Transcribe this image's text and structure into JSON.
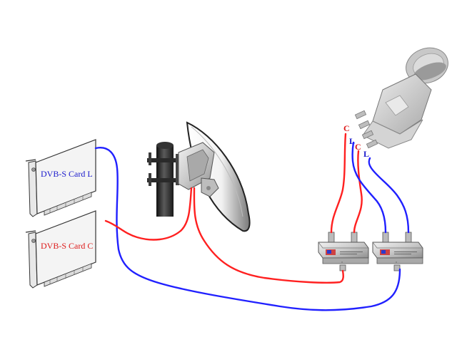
{
  "colors": {
    "background": "#ffffff",
    "cable_low": "#2020ff",
    "cable_high": "#ff2020",
    "label_low": "#1a1acc",
    "label_high": "#dd1a1a",
    "card_outline": "#333333",
    "metal": "#c8c8c8"
  },
  "cards": [
    {
      "name": "card-l",
      "label": "DVB-S Card L",
      "color_key": "label_low"
    },
    {
      "name": "card-c",
      "label": "DVB-S Card C",
      "color_key": "label_high"
    }
  ],
  "lnb_outputs": [
    {
      "label": "C",
      "band": "high"
    },
    {
      "label": "L",
      "band": "low"
    },
    {
      "label": "C",
      "band": "high"
    },
    {
      "label": "L",
      "band": "low"
    }
  ],
  "diplexers": [
    {
      "name": "diplexer-left",
      "ports": [
        "input-1",
        "input-2",
        "output"
      ]
    },
    {
      "name": "diplexer-right",
      "ports": [
        "input-1",
        "input-2",
        "output"
      ]
    }
  ],
  "icons": [
    "pc-card-icon",
    "satellite-dish-icon",
    "quad-lnb-icon",
    "diplexer-icon"
  ]
}
